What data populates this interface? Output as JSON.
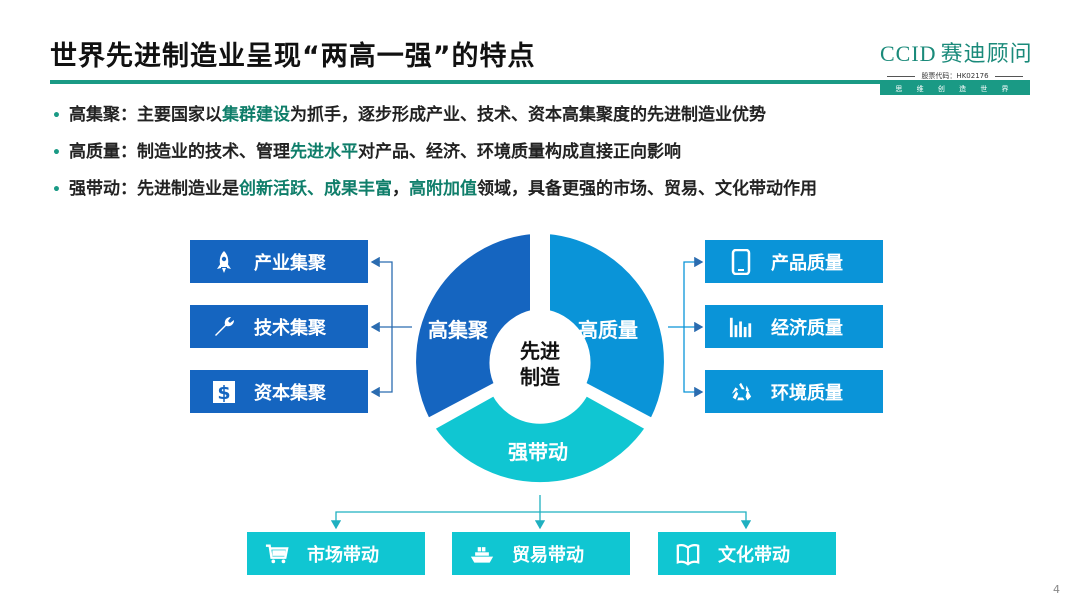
{
  "header": {
    "title": "世界先进制造业呈现“两高一强”的特点",
    "logo_ccid": "CCID",
    "logo_name": "赛迪顾问",
    "logo_stock": "股票代码：HK02176",
    "logo_slogan": "思 维 创 造 世 界"
  },
  "bullets": [
    {
      "term": "高集聚：",
      "parts": [
        "主要国家以",
        "集群建设",
        "为抓手，逐步形成产业、技术、资本高集聚度的先进制造业优势"
      ]
    },
    {
      "term": "高质量：",
      "parts": [
        "制造业的技术、管理",
        "先进水平",
        "对产品、经济、环境质量构成直接正向影响"
      ]
    },
    {
      "term": "强带动：",
      "parts": [
        "先进制造业是",
        "创新活跃、成果丰富",
        "，",
        "高附加值",
        "领域，具备更强的市场、贸易、文化带动作用"
      ]
    }
  ],
  "diagram": {
    "center": [
      "先进",
      "制造"
    ],
    "segments": {
      "left": {
        "label": "高集聚",
        "color": "#1565c0"
      },
      "right": {
        "label": "高质量",
        "color": "#0a94d8"
      },
      "bottom": {
        "label": "强带动",
        "color": "#10c6d2"
      }
    },
    "left_boxes": [
      {
        "label": "产业集聚",
        "icon": "rocket-icon"
      },
      {
        "label": "技术集聚",
        "icon": "wrench-icon"
      },
      {
        "label": "资本集聚",
        "icon": "dollar-icon"
      }
    ],
    "right_boxes": [
      {
        "label": "产品质量",
        "icon": "phone-icon"
      },
      {
        "label": "经济质量",
        "icon": "bar-chart-icon"
      },
      {
        "label": "环境质量",
        "icon": "recycle-icon"
      }
    ],
    "bottom_boxes": [
      {
        "label": "市场带动",
        "icon": "cart-icon"
      },
      {
        "label": "贸易带动",
        "icon": "ship-icon"
      },
      {
        "label": "文化带动",
        "icon": "book-icon"
      }
    ]
  },
  "page_number": "4"
}
